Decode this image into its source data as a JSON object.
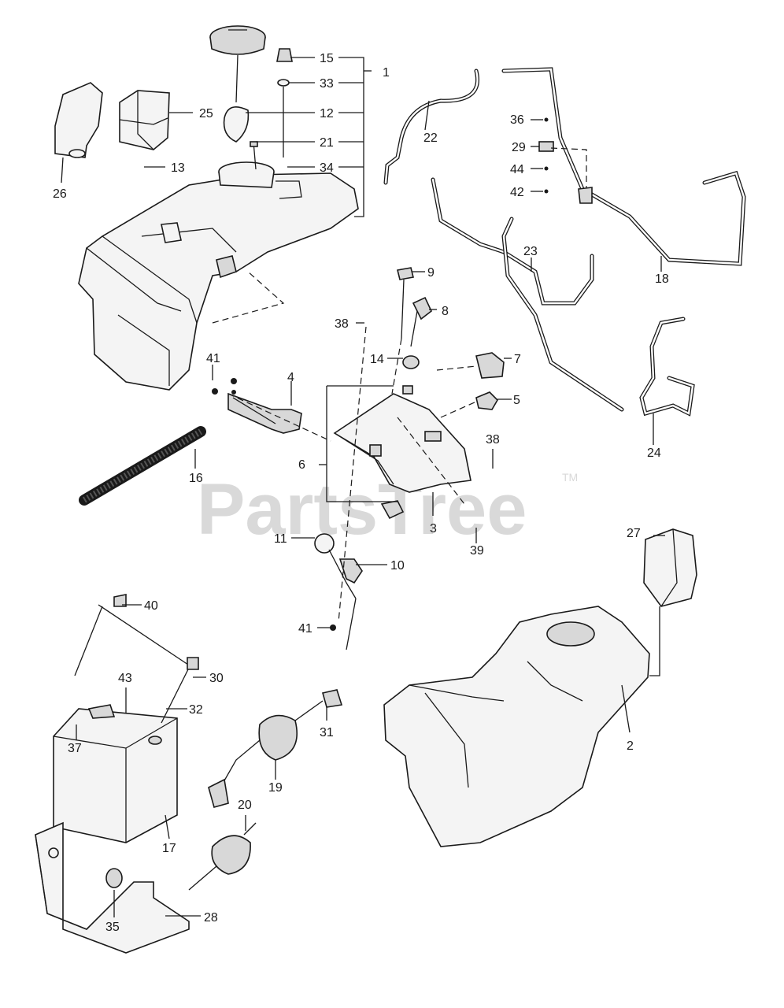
{
  "watermark": {
    "text": "PartsTree",
    "trademark": "TM"
  },
  "callouts": [
    {
      "id": "1",
      "text": "1"
    },
    {
      "id": "2",
      "text": "2"
    },
    {
      "id": "3",
      "text": "3"
    },
    {
      "id": "4",
      "text": "4"
    },
    {
      "id": "5",
      "text": "5"
    },
    {
      "id": "6",
      "text": "6"
    },
    {
      "id": "7",
      "text": "7"
    },
    {
      "id": "8",
      "text": "8"
    },
    {
      "id": "9",
      "text": "9"
    },
    {
      "id": "10",
      "text": "10"
    },
    {
      "id": "11",
      "text": "11"
    },
    {
      "id": "12",
      "text": "12"
    },
    {
      "id": "13",
      "text": "13"
    },
    {
      "id": "14",
      "text": "14"
    },
    {
      "id": "15",
      "text": "15"
    },
    {
      "id": "16",
      "text": "16"
    },
    {
      "id": "17",
      "text": "17"
    },
    {
      "id": "18",
      "text": "18"
    },
    {
      "id": "19",
      "text": "19"
    },
    {
      "id": "20",
      "text": "20"
    },
    {
      "id": "21",
      "text": "21"
    },
    {
      "id": "22",
      "text": "22"
    },
    {
      "id": "23",
      "text": "23"
    },
    {
      "id": "24",
      "text": "24"
    },
    {
      "id": "25",
      "text": "25"
    },
    {
      "id": "26",
      "text": "26"
    },
    {
      "id": "27",
      "text": "27"
    },
    {
      "id": "28",
      "text": "28"
    },
    {
      "id": "29",
      "text": "29"
    },
    {
      "id": "30",
      "text": "30"
    },
    {
      "id": "31",
      "text": "31"
    },
    {
      "id": "32",
      "text": "32"
    },
    {
      "id": "33",
      "text": "33"
    },
    {
      "id": "34",
      "text": "34"
    },
    {
      "id": "35",
      "text": "35"
    },
    {
      "id": "36",
      "text": "36"
    },
    {
      "id": "37",
      "text": "37"
    },
    {
      "id": "38a",
      "text": "38"
    },
    {
      "id": "38b",
      "text": "38"
    },
    {
      "id": "39",
      "text": "39"
    },
    {
      "id": "40",
      "text": "40"
    },
    {
      "id": "41a",
      "text": "41"
    },
    {
      "id": "41b",
      "text": "41"
    },
    {
      "id": "42",
      "text": "42"
    },
    {
      "id": "43",
      "text": "43"
    },
    {
      "id": "44",
      "text": "44"
    }
  ]
}
